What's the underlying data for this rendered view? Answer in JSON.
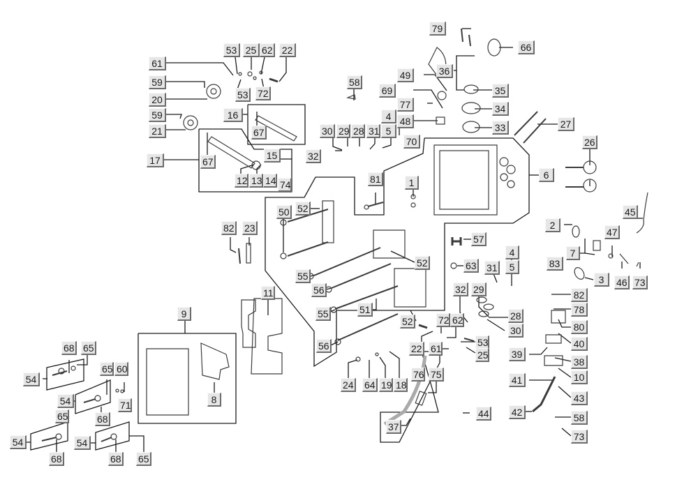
{
  "diagram": {
    "title": "Cylinder head exploded parts diagram",
    "line_color": "#1a1a1a",
    "label_bg": "#e6e6e6",
    "labels": [
      {
        "id": "l61a",
        "text": "61"
      },
      {
        "id": "l53a",
        "text": "53"
      },
      {
        "id": "l25a",
        "text": "25"
      },
      {
        "id": "l62a",
        "text": "62"
      },
      {
        "id": "l22a",
        "text": "22"
      },
      {
        "id": "l59a",
        "text": "59"
      },
      {
        "id": "l20",
        "text": "20"
      },
      {
        "id": "l53b",
        "text": "53"
      },
      {
        "id": "l72a",
        "text": "72"
      },
      {
        "id": "l59b",
        "text": "59"
      },
      {
        "id": "l21",
        "text": "21"
      },
      {
        "id": "l16",
        "text": "16"
      },
      {
        "id": "l67a",
        "text": "67"
      },
      {
        "id": "l17",
        "text": "17"
      },
      {
        "id": "l67b",
        "text": "67"
      },
      {
        "id": "l15",
        "text": "15"
      },
      {
        "id": "l12",
        "text": "12"
      },
      {
        "id": "l13",
        "text": "13"
      },
      {
        "id": "l14",
        "text": "14"
      },
      {
        "id": "l74",
        "text": "74"
      },
      {
        "id": "l58a",
        "text": "58"
      },
      {
        "id": "l49",
        "text": "49"
      },
      {
        "id": "l69",
        "text": "69"
      },
      {
        "id": "l77",
        "text": "77"
      },
      {
        "id": "l4a",
        "text": "4"
      },
      {
        "id": "l48",
        "text": "48"
      },
      {
        "id": "l5a",
        "text": "5"
      },
      {
        "id": "l70",
        "text": "70"
      },
      {
        "id": "l30a",
        "text": "30"
      },
      {
        "id": "l29a",
        "text": "29"
      },
      {
        "id": "l28a",
        "text": "28"
      },
      {
        "id": "l31a",
        "text": "31"
      },
      {
        "id": "l32a",
        "text": "32"
      },
      {
        "id": "l79",
        "text": "79"
      },
      {
        "id": "l66",
        "text": "66"
      },
      {
        "id": "l36",
        "text": "36"
      },
      {
        "id": "l35",
        "text": "35"
      },
      {
        "id": "l34",
        "text": "34"
      },
      {
        "id": "l33",
        "text": "33"
      },
      {
        "id": "l27",
        "text": "27"
      },
      {
        "id": "l26",
        "text": "26"
      },
      {
        "id": "l6",
        "text": "6"
      },
      {
        "id": "l1",
        "text": "1"
      },
      {
        "id": "l81",
        "text": "81"
      },
      {
        "id": "l45",
        "text": "45"
      },
      {
        "id": "l2",
        "text": "2"
      },
      {
        "id": "l47",
        "text": "47"
      },
      {
        "id": "l7",
        "text": "7"
      },
      {
        "id": "l83",
        "text": "83"
      },
      {
        "id": "l3",
        "text": "3"
      },
      {
        "id": "l46",
        "text": "46"
      },
      {
        "id": "l73a",
        "text": "73"
      },
      {
        "id": "l50",
        "text": "50"
      },
      {
        "id": "l52a",
        "text": "52"
      },
      {
        "id": "l52b",
        "text": "52"
      },
      {
        "id": "l52c",
        "text": "52"
      },
      {
        "id": "l55a",
        "text": "55"
      },
      {
        "id": "l56a",
        "text": "56"
      },
      {
        "id": "l55b",
        "text": "55"
      },
      {
        "id": "l51",
        "text": "51"
      },
      {
        "id": "l56b",
        "text": "56"
      },
      {
        "id": "l82a",
        "text": "82"
      },
      {
        "id": "l23",
        "text": "23"
      },
      {
        "id": "l11",
        "text": "11"
      },
      {
        "id": "l9",
        "text": "9"
      },
      {
        "id": "l8",
        "text": "8"
      },
      {
        "id": "l57",
        "text": "57"
      },
      {
        "id": "l63",
        "text": "63"
      },
      {
        "id": "l4b",
        "text": "4"
      },
      {
        "id": "l5b",
        "text": "5"
      },
      {
        "id": "l31b",
        "text": "31"
      },
      {
        "id": "l32b",
        "text": "32"
      },
      {
        "id": "l29b",
        "text": "29"
      },
      {
        "id": "l28b",
        "text": "28"
      },
      {
        "id": "l30b",
        "text": "30"
      },
      {
        "id": "l72b",
        "text": "72"
      },
      {
        "id": "l62b",
        "text": "62"
      },
      {
        "id": "l53c",
        "text": "53"
      },
      {
        "id": "l22b",
        "text": "22"
      },
      {
        "id": "l61b",
        "text": "61"
      },
      {
        "id": "l25b",
        "text": "25"
      },
      {
        "id": "l24",
        "text": "24"
      },
      {
        "id": "l64",
        "text": "64"
      },
      {
        "id": "l19",
        "text": "19"
      },
      {
        "id": "l18",
        "text": "18"
      },
      {
        "id": "l76",
        "text": "76"
      },
      {
        "id": "l75",
        "text": "75"
      },
      {
        "id": "l44",
        "text": "44"
      },
      {
        "id": "l37",
        "text": "37"
      },
      {
        "id": "l82b",
        "text": "82"
      },
      {
        "id": "l78",
        "text": "78"
      },
      {
        "id": "l80",
        "text": "80"
      },
      {
        "id": "l40",
        "text": "40"
      },
      {
        "id": "l39",
        "text": "39"
      },
      {
        "id": "l38",
        "text": "38"
      },
      {
        "id": "l10",
        "text": "10"
      },
      {
        "id": "l41",
        "text": "41"
      },
      {
        "id": "l43",
        "text": "43"
      },
      {
        "id": "l42",
        "text": "42"
      },
      {
        "id": "l58b",
        "text": "58"
      },
      {
        "id": "l73b",
        "text": "73"
      },
      {
        "id": "l68a",
        "text": "68"
      },
      {
        "id": "l65a",
        "text": "65"
      },
      {
        "id": "l54a",
        "text": "54"
      },
      {
        "id": "l65b",
        "text": "65"
      },
      {
        "id": "l60",
        "text": "60"
      },
      {
        "id": "l54b",
        "text": "54"
      },
      {
        "id": "l71",
        "text": "71"
      },
      {
        "id": "l68b",
        "text": "68"
      },
      {
        "id": "l65c",
        "text": "65"
      },
      {
        "id": "l54c",
        "text": "54"
      },
      {
        "id": "l68c",
        "text": "68"
      },
      {
        "id": "l54d",
        "text": "54"
      },
      {
        "id": "l68d",
        "text": "68"
      },
      {
        "id": "l65d",
        "text": "65"
      }
    ]
  }
}
